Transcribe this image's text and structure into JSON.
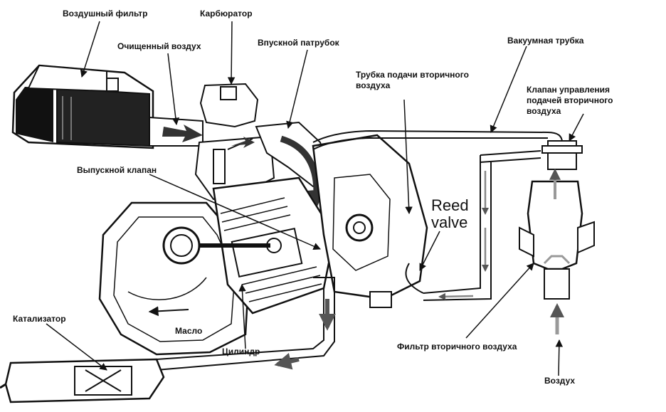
{
  "labels": {
    "air_filter": "Воздушный фильтр",
    "clean_air": "Очищенный воздух",
    "carburetor": "Карбюратор",
    "intake_manifold": "Впускной патрубок",
    "vacuum_tube": "Вакуумная трубка",
    "secondary_air_tube": "Трубка подачи вторичного воздуха",
    "control_valve": "Клапан управления подачей вторичного воздуха",
    "exhaust_valve": "Выпускной клапан",
    "reed_line1": "Reed",
    "reed_line2": "valve",
    "catalyst": "Катализатор",
    "oil": "Масло",
    "cylinder": "Цилиндр",
    "secondary_air_filter": "Фильтр вторичного воздуха",
    "air": "Воздух"
  },
  "colors": {
    "ink": "#111111",
    "flow_arrow": "#555555",
    "flow_light": "#bbbbbb"
  }
}
